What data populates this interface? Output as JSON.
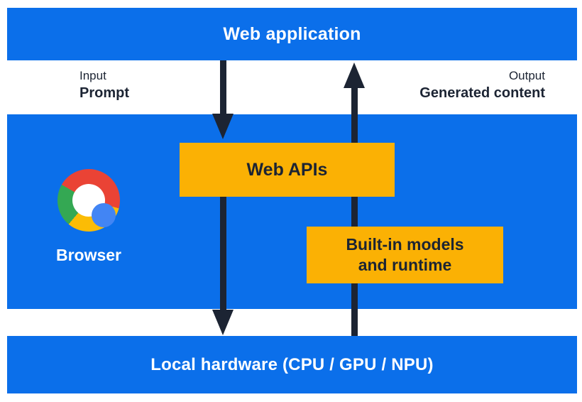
{
  "colors": {
    "panel_blue": "#0b6fea",
    "box_yellow": "#fbb104",
    "ink_navy": "#1c2433",
    "chrome_red": "#ea4335",
    "chrome_yellow": "#fbbc05",
    "chrome_green": "#34a853",
    "chrome_blue": "#4285f4"
  },
  "web_application_bar": {
    "label": "Web application"
  },
  "io_labels": {
    "input": {
      "title": "Input",
      "value": "Prompt"
    },
    "output": {
      "title": "Output",
      "value": "Generated content"
    }
  },
  "browser_panel": {
    "label": "Browser",
    "web_apis_box": {
      "label": "Web APIs"
    },
    "builtin_models_box": {
      "line1": "Built-in models",
      "line2": "and runtime"
    }
  },
  "local_hardware_bar": {
    "label": "Local hardware (CPU / GPU / NPU)"
  }
}
